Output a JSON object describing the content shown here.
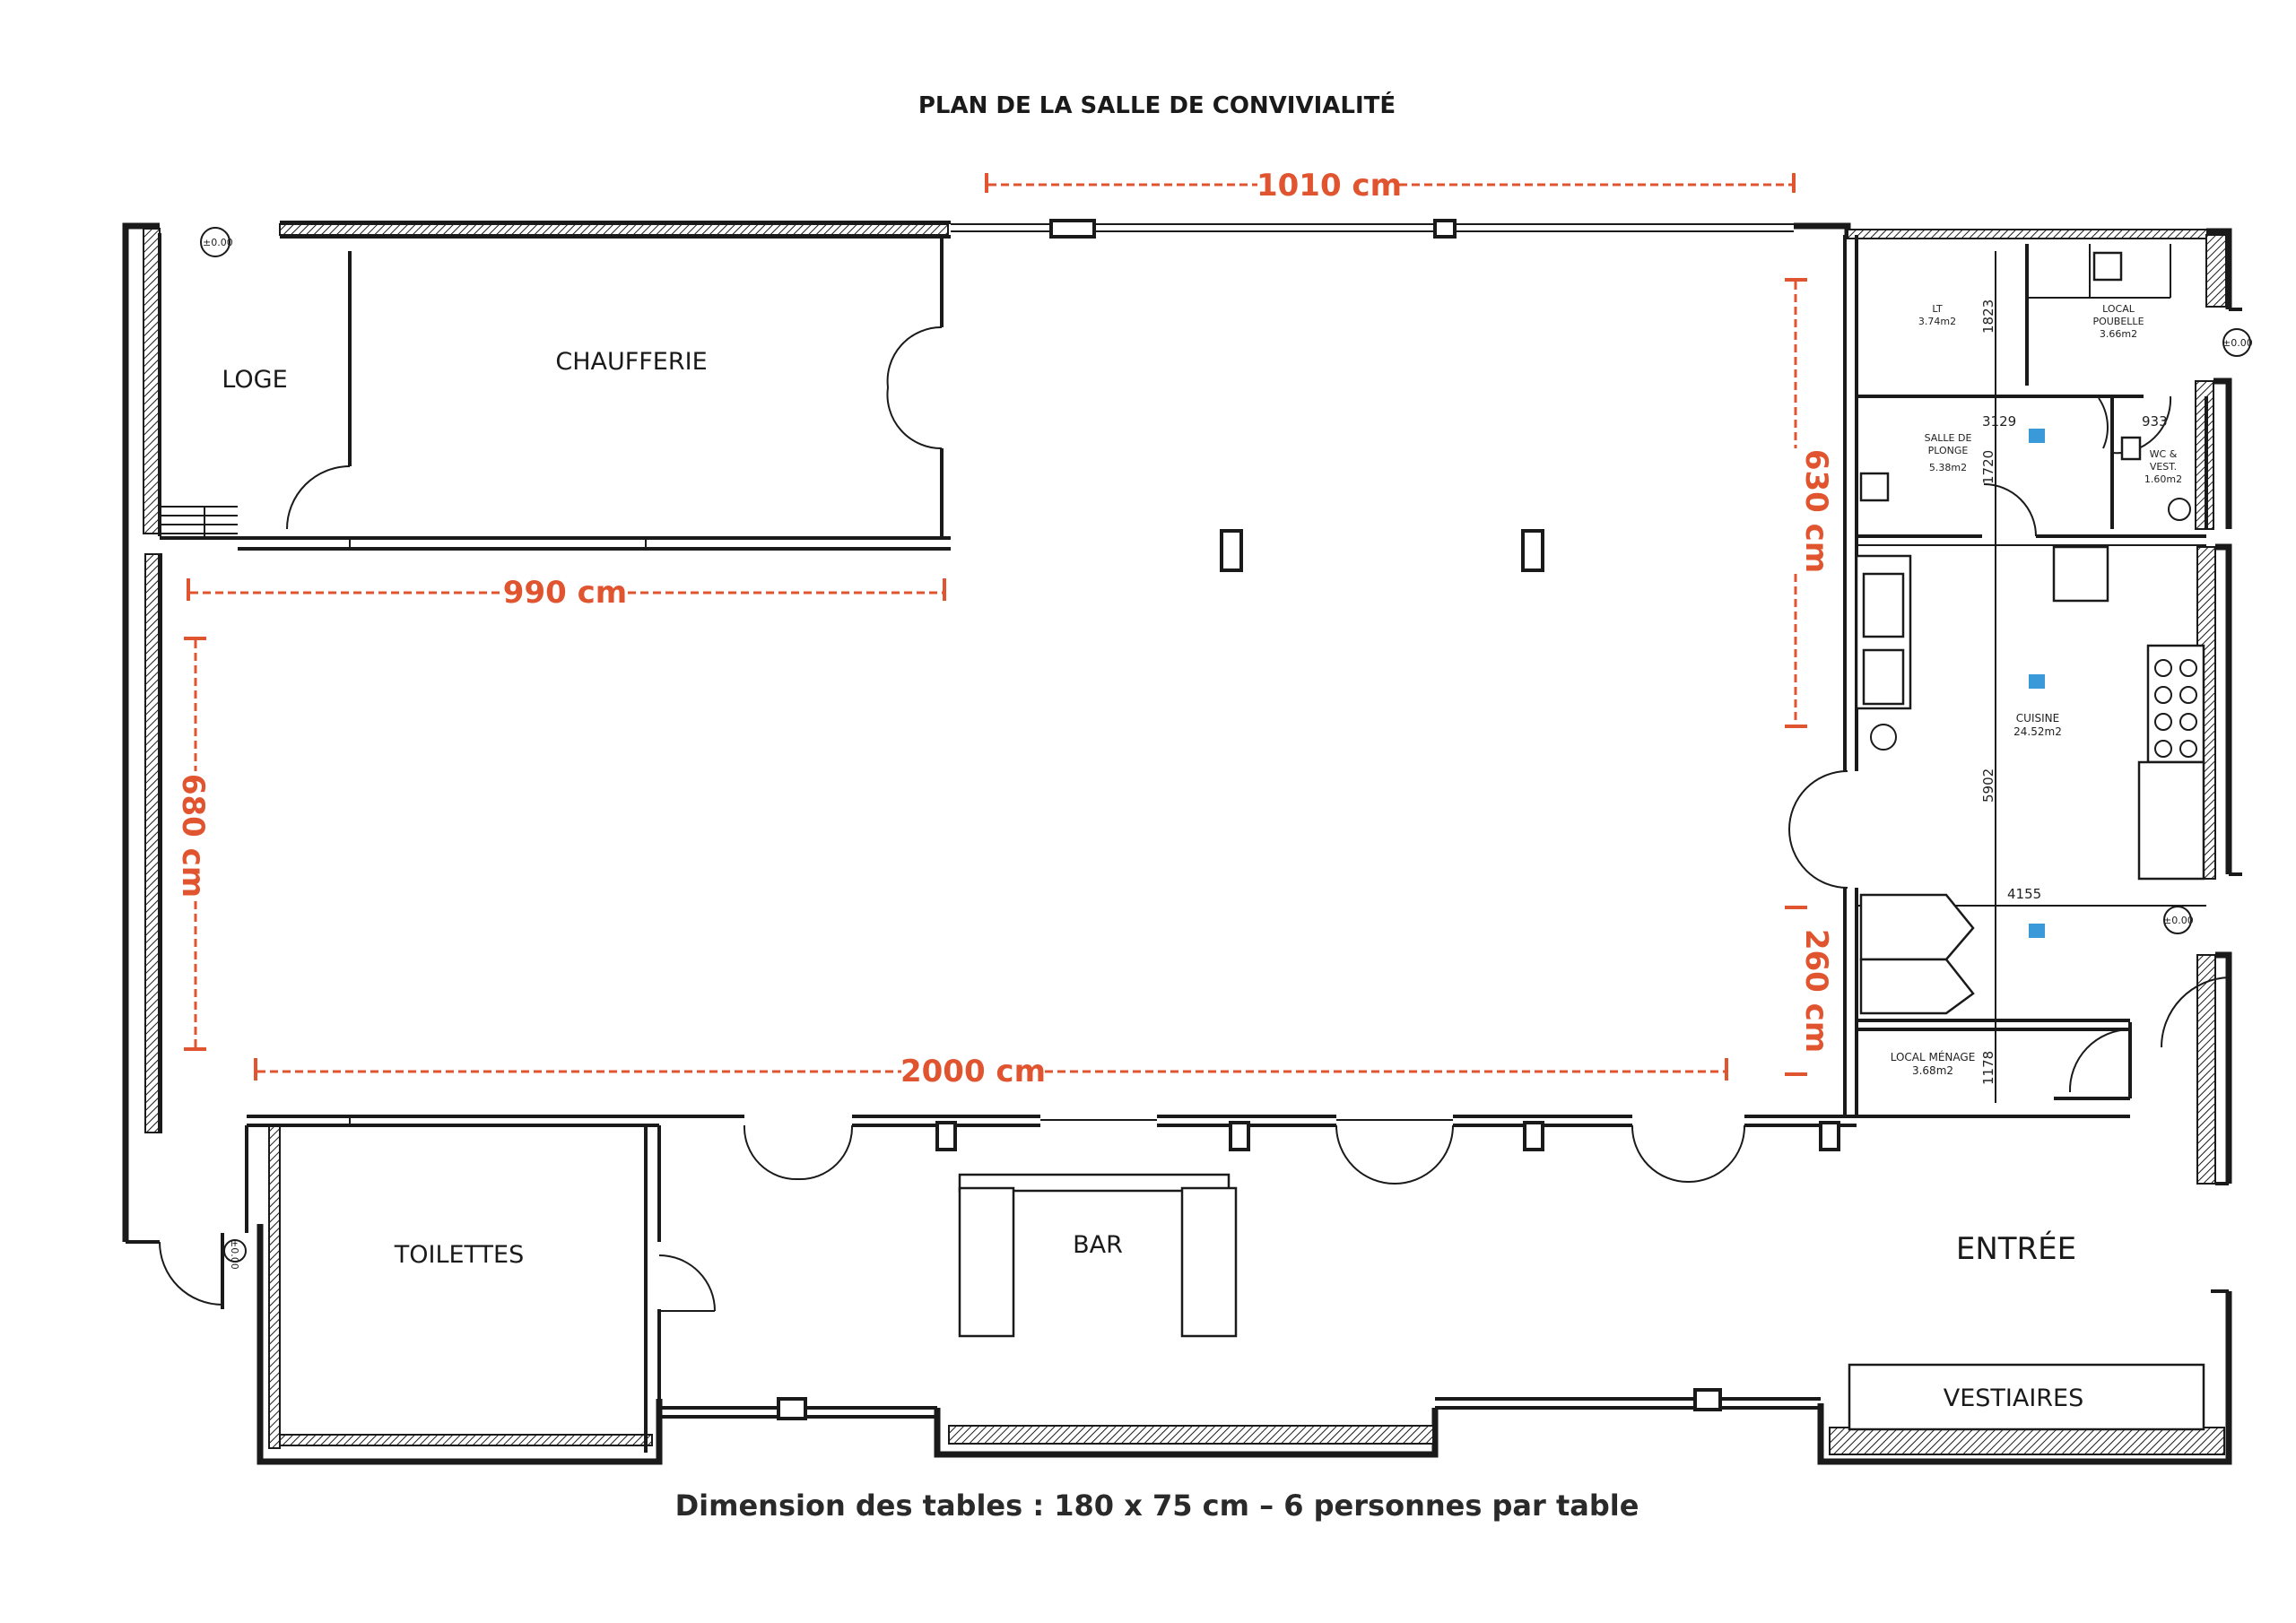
{
  "title": "PLAN DE LA SALLE DE CONVIVIALITÉ",
  "footer": "Dimension des tables : 180 x 75 cm – 6 personnes par table",
  "rooms": {
    "loge": "LOGE",
    "chaufferie": "CHAUFFERIE",
    "toilettes": "TOILETTES",
    "bar": "BAR",
    "entree": "ENTRÉE",
    "vestiaires": "VESTIAIRES",
    "lt_name": "LT",
    "lt_area": "3.74m2",
    "poubelle_name_1": "LOCAL",
    "poubelle_name_2": "POUBELLE",
    "poubelle_area": "3.66m2",
    "plonge_name_1": "SALLE DE",
    "plonge_name_2": "PLONGE",
    "plonge_area": "5.38m2",
    "wc_name_1": "WC &",
    "wc_name_2": "VEST.",
    "wc_area": "1.60m2",
    "cuisine_name": "CUISINE",
    "cuisine_area": "24.52m2",
    "menage_name": "LOCAL MÉNAGE",
    "menage_area": "3.68m2"
  },
  "dimensions": {
    "top": "1010 cm",
    "chaufferie_width": "990 cm",
    "left_height": "680 cm",
    "bottom_width": "2000 cm",
    "right_upper": "630 cm",
    "right_lower": "260 cm"
  },
  "small_labels": {
    "level_1": "±0.00",
    "level_2": "±0.00",
    "level_3": "±0.00",
    "level_4": "±0.00",
    "n1823": "1823",
    "n3129": "3129",
    "n933": "933",
    "n1720": "1720",
    "n5902": "5902",
    "n4155": "4155",
    "n1178": "1178"
  },
  "colors": {
    "dimension": "#e0552f",
    "outlet": "#3a9ad9"
  }
}
